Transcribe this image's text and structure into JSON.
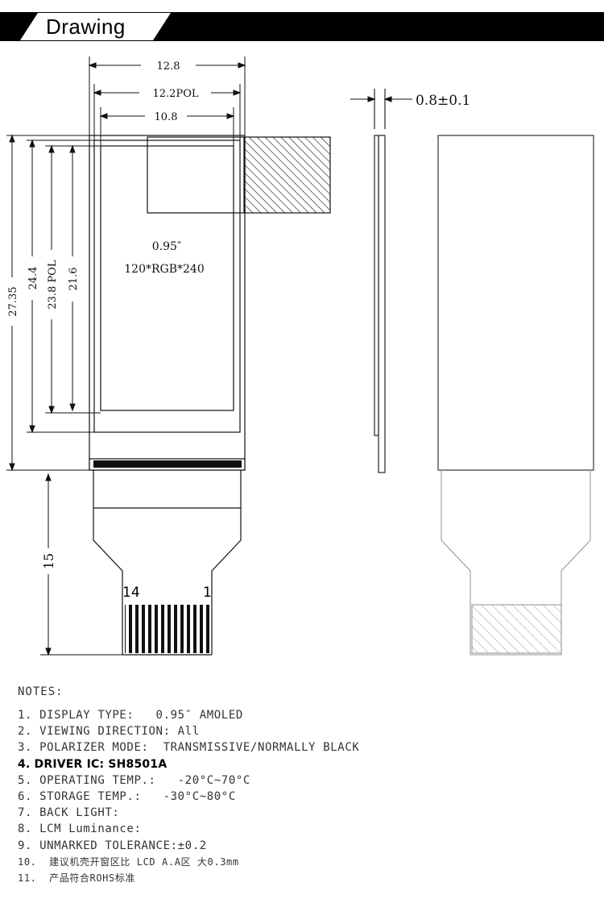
{
  "header": {
    "title": "Drawing"
  },
  "drawing": {
    "dims": {
      "width_outer": "12.8",
      "width_pol": "12.2POL",
      "width_aa": "10.8",
      "thickness": "0.8±0.1",
      "height_outer": "27.35",
      "height_glass": "24.4",
      "height_pol": "23.8 POL",
      "height_aa": "21.6",
      "fpc_length": "15"
    },
    "panel_size": "0.95″",
    "resolution": "120*RGB*240",
    "pin_first": "14",
    "pin_last": "1"
  },
  "notes": {
    "title": "NOTES:",
    "items": [
      "1. DISPLAY TYPE:   0.95″ AMOLED",
      "2. VIEWING DIRECTION: All",
      "3. POLARIZER MODE:  TRANSMISSIVE/NORMALLY BLACK",
      "4. DRIVER IC: SH8501A",
      "5. OPERATING TEMP.:   -20°C~70°C",
      "6. STORAGE TEMP.:   -30°C~80°C",
      "7. BACK LIGHT:",
      "8. LCM Luminance:",
      "9. UNMARKED TOLERANCE:±0.2",
      "10.  建议机壳开窗区比 LCD A.A区 大0.3mm",
      "11.  产品符合ROHS标准"
    ]
  }
}
